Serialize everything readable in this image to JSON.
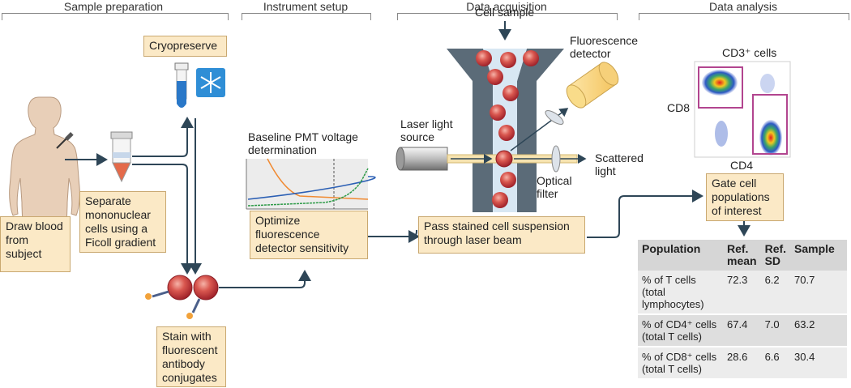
{
  "sections": {
    "sample_prep": "Sample preparation",
    "instrument_setup": "Instrument setup",
    "data_acquisition": "Data acquisition",
    "data_analysis": "Data analysis"
  },
  "boxes": {
    "cryopreserve": "Cryopreserve",
    "draw_blood": "Draw blood from subject",
    "separate": "Separate mononuclear cells using a Ficoll gradient",
    "stain": "Stain with fluorescent antibody conjugates",
    "optimize": "Optimize fluorescence detector sensitivity",
    "pass": "Pass stained cell suspension through laser beam",
    "gate": "Gate cell populations of interest"
  },
  "labels": {
    "baseline": "Baseline PMT voltage determination",
    "cell_sample": "Cell sample",
    "fluorescence_detector": "Fluorescence detector",
    "laser_source": "Laser light source",
    "optical_filter": "Optical filter",
    "scattered_light": "Scattered light",
    "cd3": "CD3⁺ cells",
    "cd8": "CD8",
    "cd4": "CD4"
  },
  "table": {
    "headers": [
      "Population",
      "Ref. mean",
      "Ref. SD",
      "Sample"
    ],
    "rows": [
      [
        "% of T cells (total lymphocytes)",
        "72.3",
        "6.2",
        "70.7"
      ],
      [
        "% of CD4⁺ cells (total T cells)",
        "67.4",
        "7.0",
        "63.2"
      ],
      [
        "% of CD8⁺ cells (total T cells)",
        "28.6",
        "6.6",
        "30.4"
      ]
    ]
  },
  "colors": {
    "box_fill": "#fbe9c6",
    "cell_red": "#c8353a",
    "gate_magenta": "#b2458f",
    "arrow": "#2e4657",
    "tube_blue": "#2a78c8"
  }
}
